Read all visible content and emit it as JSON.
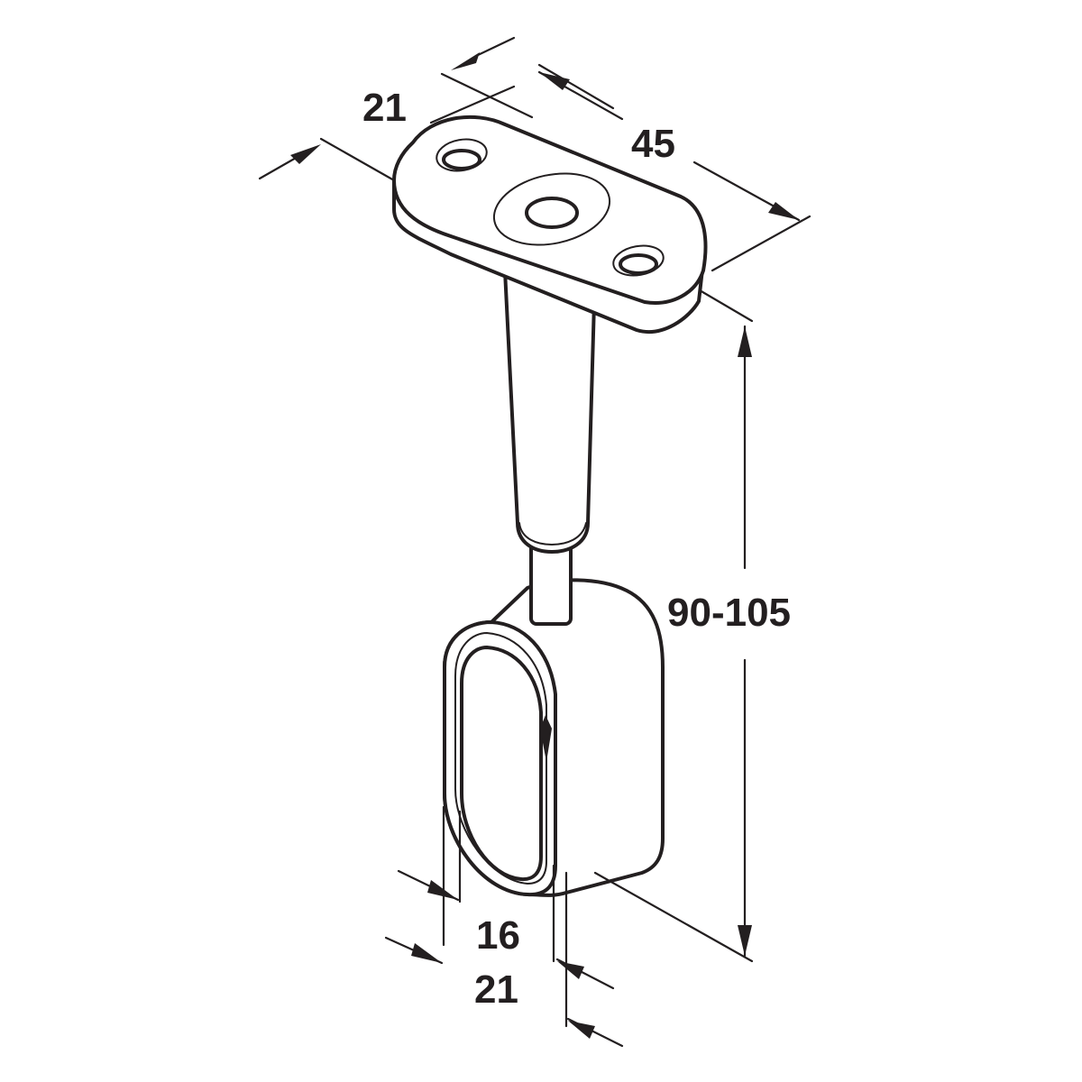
{
  "dimensions": {
    "plate_width": "21",
    "plate_length": "45",
    "height": "90-105",
    "rod_inner_width": "16",
    "rod_outer_width": "21"
  },
  "colors": {
    "line": "#231f20",
    "background": "#ffffff"
  }
}
